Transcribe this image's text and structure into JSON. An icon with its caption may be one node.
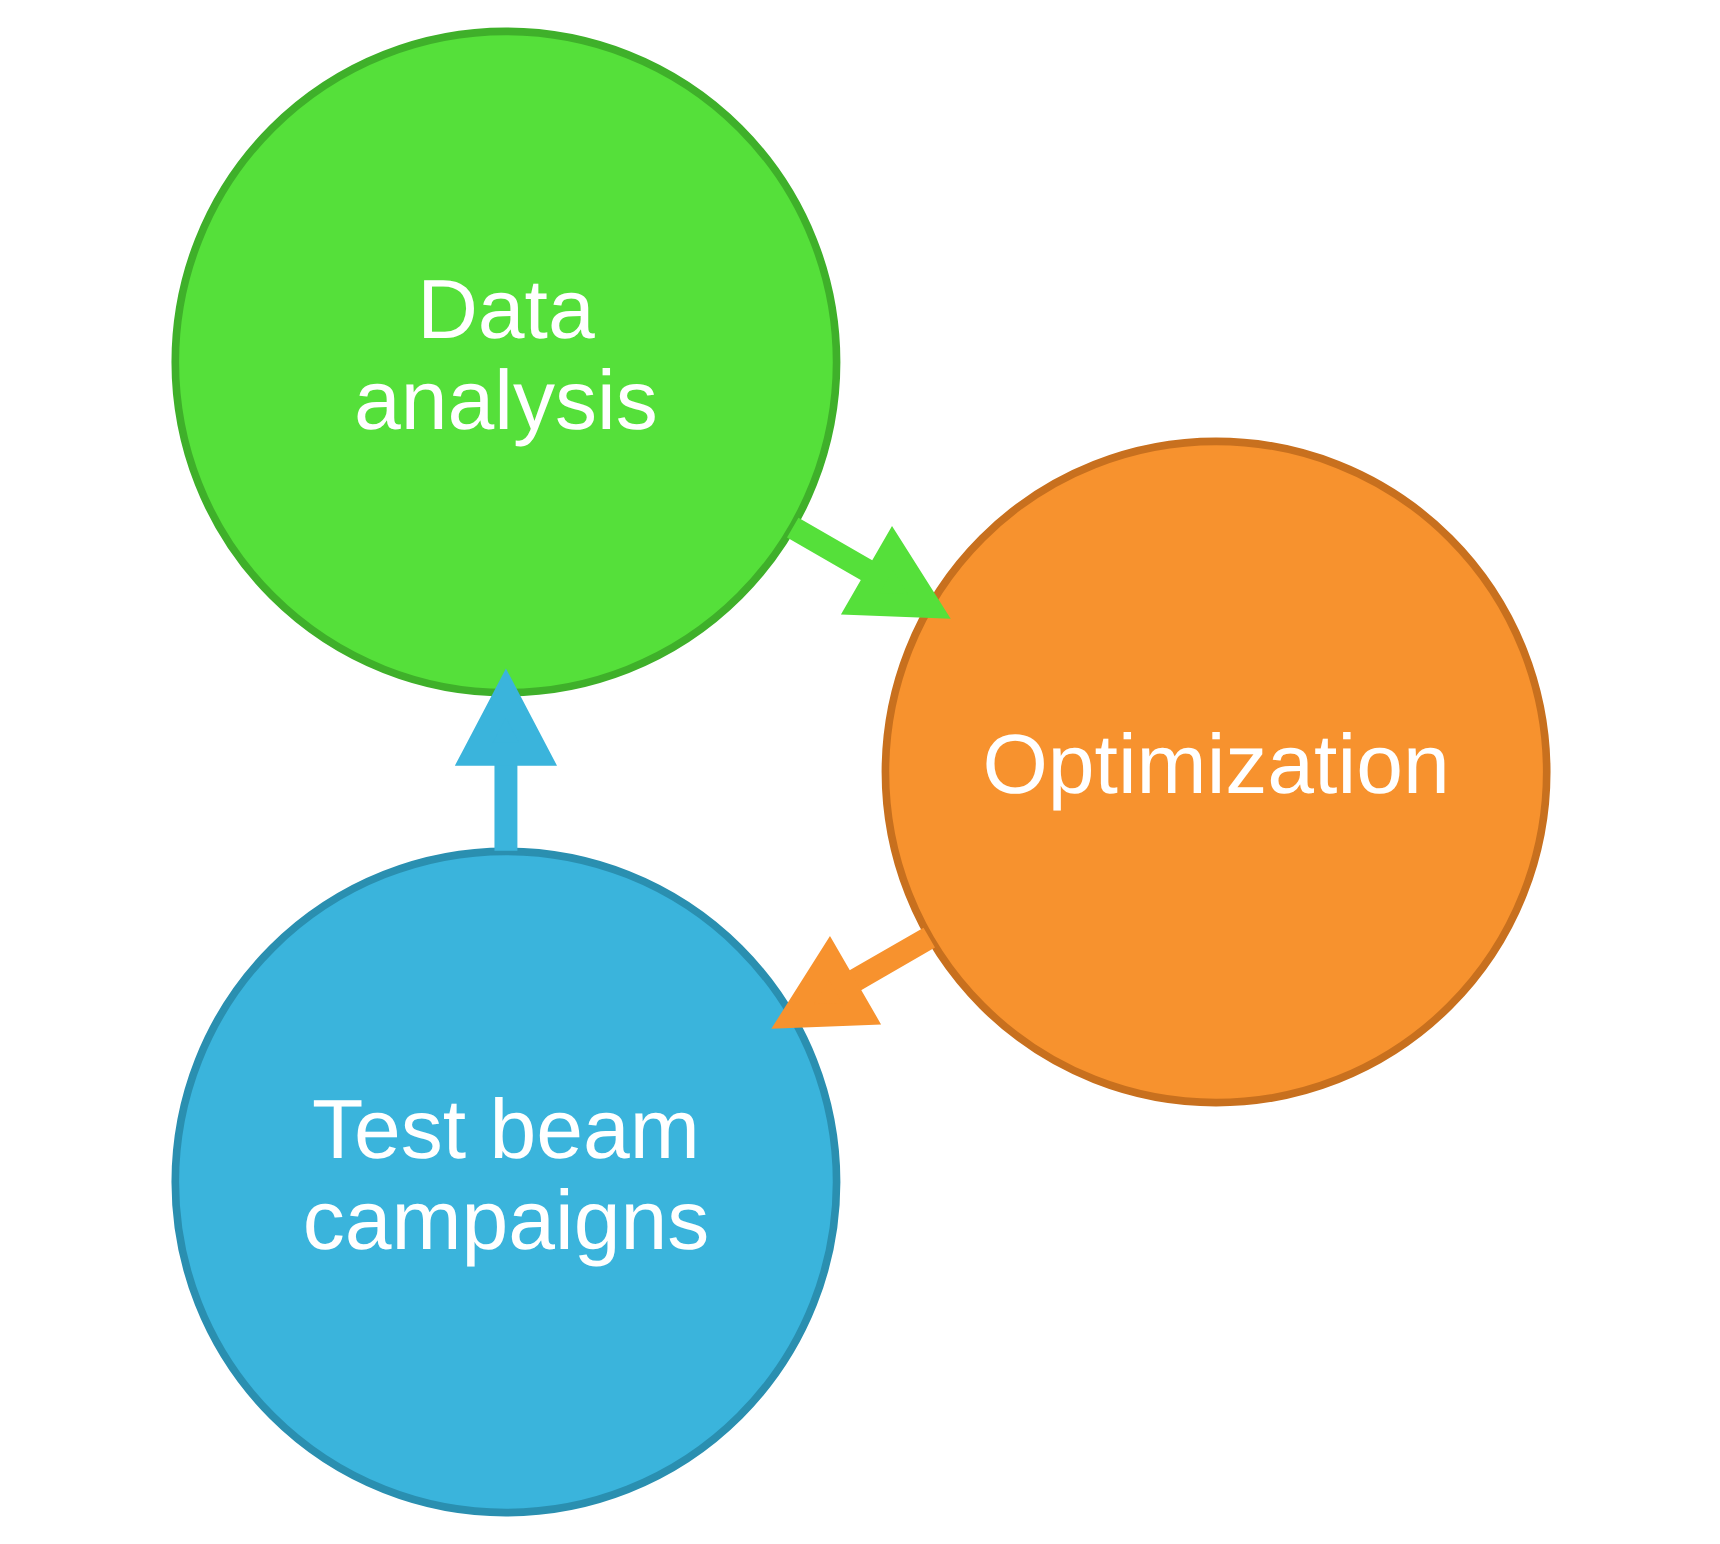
{
  "diagram": {
    "nodes": [
      {
        "text": [
          "Test beam campaigns"
        ]
      },
      {
        "text": [
          "Data analysis"
        ]
      },
      {
        "text": [
          "Optimization"
        ]
      }
    ],
    "edges": [
      {
        "from": 0,
        "to": 1,
        "arrow": "to",
        "color": "#3ab4dc"
      },
      {
        "from": 1,
        "to": 2,
        "arrow": "to",
        "color": "#55e03a"
      },
      {
        "from": 2,
        "to": 0,
        "arrow": "to",
        "color": "#f7922e"
      }
    ]
  }
}
